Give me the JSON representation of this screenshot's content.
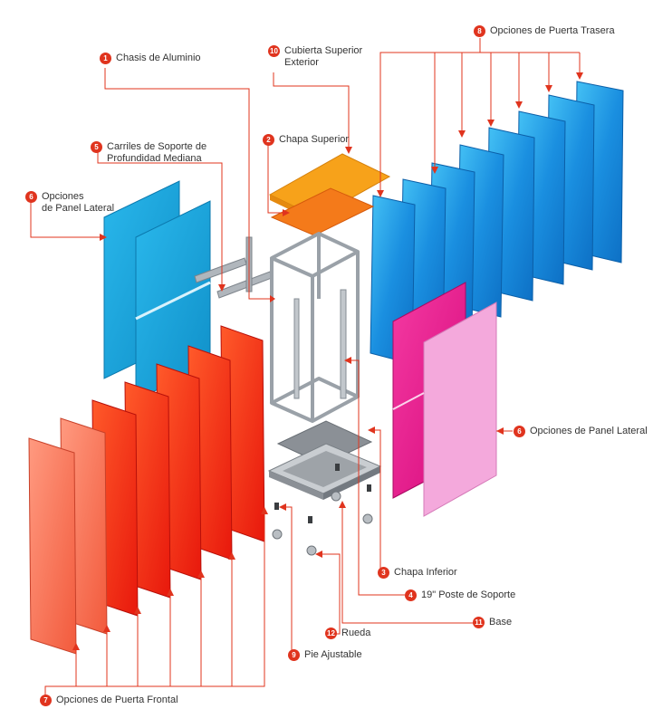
{
  "colors": {
    "leader": "#e0341e",
    "badge": "#e0341e",
    "frame": "#9aa1a8",
    "rear_door": "#1e8fe0",
    "side_panel_left": "#1db4e8",
    "side_panel_right_magenta": "#e5188c",
    "side_panel_right_pink": "#f4a9dc",
    "front_door": "#f02a12",
    "top_plate": "#f47a1a",
    "top_cover": "#f7a21a",
    "base": "#8b9096"
  },
  "callouts": [
    {
      "num": "1",
      "lines": [
        "Chasis de Aluminio"
      ]
    },
    {
      "num": "10",
      "lines": [
        "Cubierta Superior",
        "Exterior"
      ]
    },
    {
      "num": "8",
      "lines": [
        "Opciones de Puerta Trasera"
      ]
    },
    {
      "num": "2",
      "lines": [
        "Chapa Superior"
      ]
    },
    {
      "num": "5",
      "lines": [
        "Carriles de Soporte de",
        "Profundidad Mediana"
      ]
    },
    {
      "num": "6",
      "lines": [
        "Opciones",
        "de Panel Lateral"
      ]
    },
    {
      "num": "6",
      "lines": [
        "Opciones de Panel Lateral"
      ]
    },
    {
      "num": "3",
      "lines": [
        "Chapa Inferior"
      ]
    },
    {
      "num": "4",
      "lines": [
        "19\" Poste de Soporte"
      ]
    },
    {
      "num": "11",
      "lines": [
        "Base"
      ]
    },
    {
      "num": "12",
      "lines": [
        "Rueda"
      ]
    },
    {
      "num": "9",
      "lines": [
        "Pie Ajustable"
      ]
    },
    {
      "num": "7",
      "lines": [
        "Opciones de Puerta Frontal"
      ]
    }
  ]
}
